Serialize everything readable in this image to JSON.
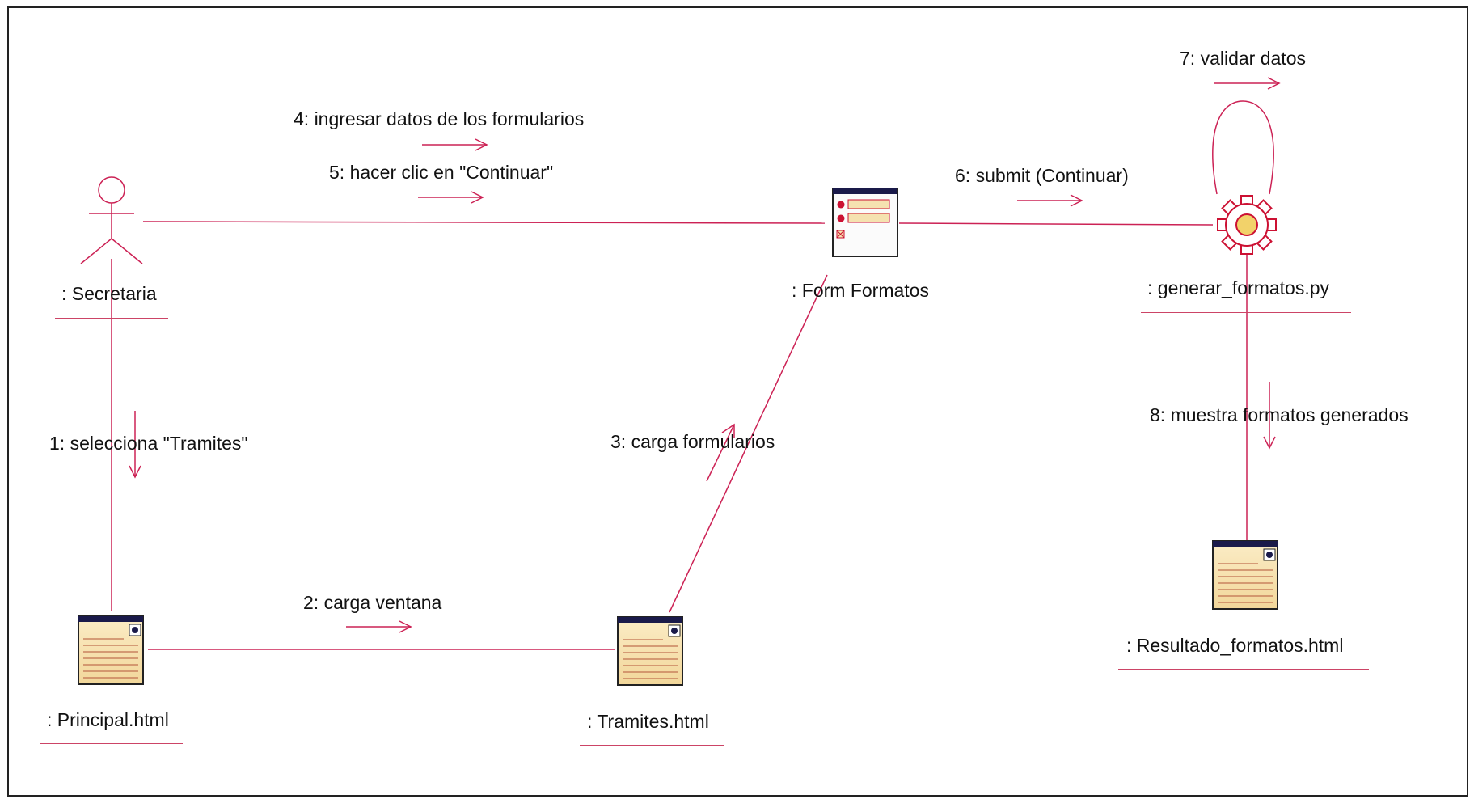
{
  "colors": {
    "link": "#cc2255",
    "underline": "#cc4466",
    "frame": "#222222",
    "page_fill": "#f7e3b2",
    "window_bar": "#1a1a4a",
    "control_fill": "#f5e2b0",
    "control_red": "#cc1133",
    "gear": "#cc1133",
    "gear_center": "#f2d26a"
  },
  "objects": {
    "secretaria": {
      "name": ": Secretaria",
      "icon": "actor-icon"
    },
    "form": {
      "name": ": Form Formatos",
      "icon": "form-icon"
    },
    "script": {
      "name": ": generar_formatos.py",
      "icon": "gear-icon"
    },
    "principal": {
      "name": ": Principal.html",
      "icon": "page-icon"
    },
    "tramites": {
      "name": ": Tramites.html",
      "icon": "page-icon"
    },
    "resultado": {
      "name": ": Resultado_formatos.html",
      "icon": "page-icon"
    }
  },
  "messages": [
    {
      "text": "1: selecciona \"Tramites\"",
      "from": "secretaria",
      "to": "principal"
    },
    {
      "text": "2: carga ventana",
      "from": "principal",
      "to": "tramites"
    },
    {
      "text": "3: carga formularios",
      "from": "tramites",
      "to": "form"
    },
    {
      "text": "4: ingresar datos de los formularios",
      "from": "secretaria",
      "to": "form"
    },
    {
      "text": "5: hacer clic en \"Continuar\"",
      "from": "secretaria",
      "to": "form"
    },
    {
      "text": "6: submit (Continuar)",
      "from": "form",
      "to": "script"
    },
    {
      "text": "7: validar datos",
      "from": "script",
      "to": "script"
    },
    {
      "text": "8: muestra formatos generados",
      "from": "script",
      "to": "resultado"
    }
  ]
}
